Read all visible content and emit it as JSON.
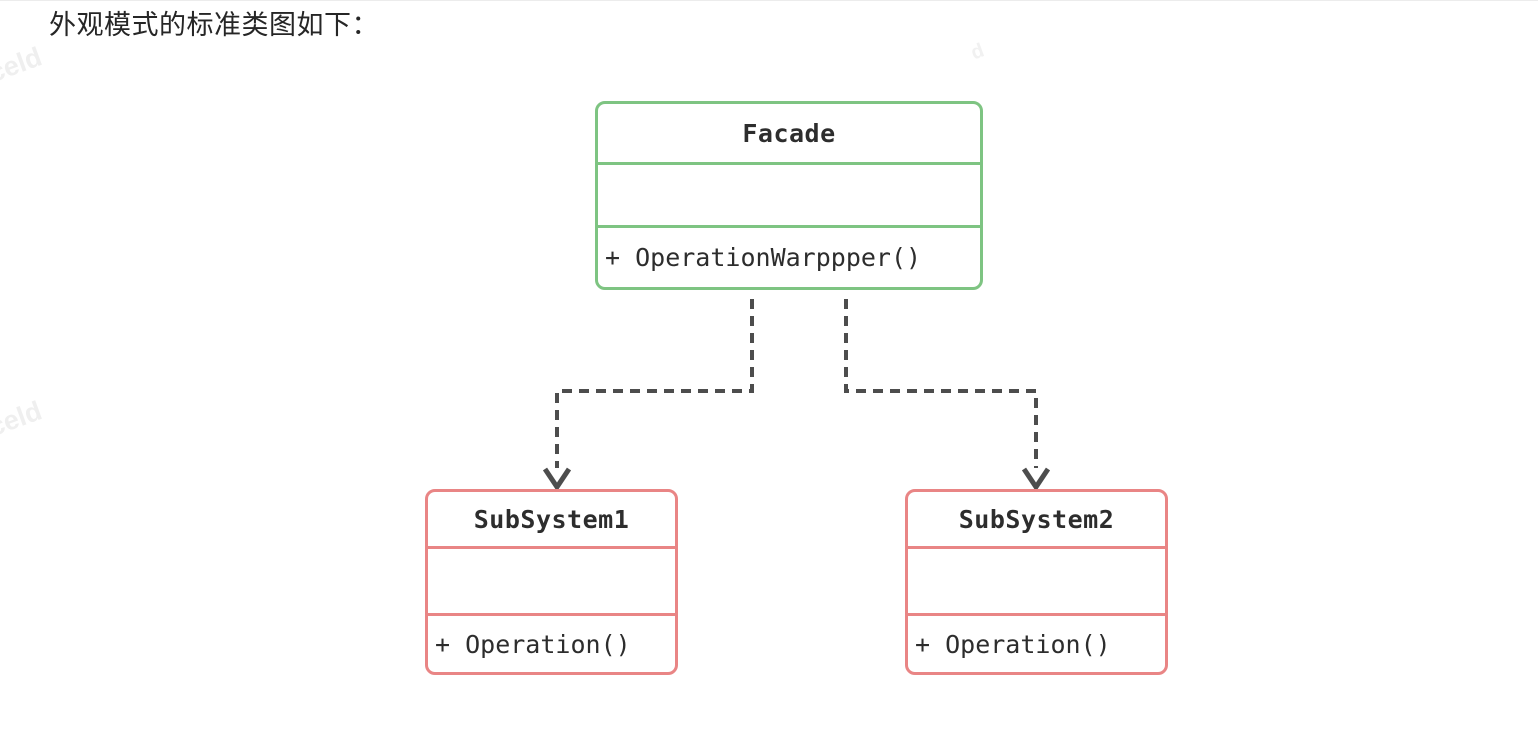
{
  "page": {
    "title": "外观模式的标准类图如下："
  },
  "watermark": {
    "text": "celd",
    "fragment": "d",
    "color": "#efefef"
  },
  "diagram": {
    "type": "uml-class-diagram",
    "pattern": "Facade",
    "colors": {
      "facade_border": "#7ec482",
      "subsystem_border": "#e98585",
      "connector": "#4d4d4d",
      "text": "#2d2d2d",
      "background": "#ffffff"
    },
    "classes": [
      {
        "name": "Facade",
        "attributes": "",
        "methods": "+ OperationWarppper()"
      },
      {
        "name": "SubSystem1",
        "attributes": "",
        "methods": "+ Operation()"
      },
      {
        "name": "SubSystem2",
        "attributes": "",
        "methods": "+ Operation()"
      }
    ],
    "connectors": [
      {
        "from": "Facade",
        "to": "SubSystem1",
        "style": "dashed",
        "arrow": "open-v"
      },
      {
        "from": "Facade",
        "to": "SubSystem2",
        "style": "dashed",
        "arrow": "open-v"
      }
    ]
  }
}
